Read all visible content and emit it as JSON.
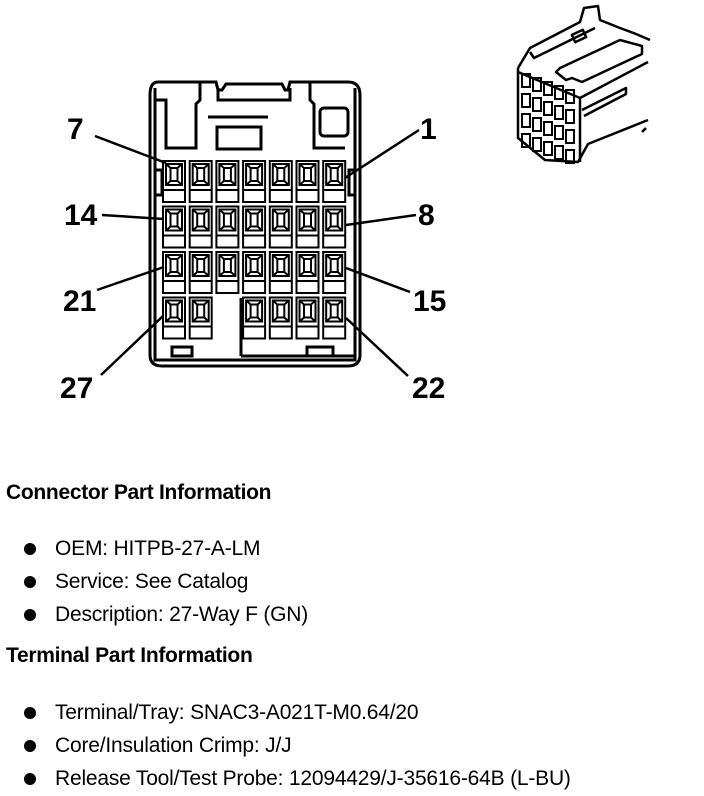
{
  "diagram": {
    "title": "27-Way Connector Face View",
    "pin_labels": {
      "left": [
        "7",
        "14",
        "21",
        "27"
      ],
      "right": [
        "1",
        "8",
        "15",
        "22"
      ]
    },
    "grid": {
      "rows": 4,
      "columns": 7,
      "empty_cavities": [
        [
          3,
          2
        ]
      ]
    }
  },
  "connector_info": {
    "heading": "Connector Part Information",
    "items": [
      "OEM: HITPB-27-A-LM",
      "Service: See Catalog",
      "Description: 27-Way F (GN)"
    ]
  },
  "terminal_info": {
    "heading": "Terminal Part Information",
    "items": [
      "Terminal/Tray: SNAC3-A021T-M0.64/20",
      "Core/Insulation Crimp: J/J",
      "Release Tool/Test Probe: 12094429/J-35616-64B (L-BU)"
    ]
  }
}
